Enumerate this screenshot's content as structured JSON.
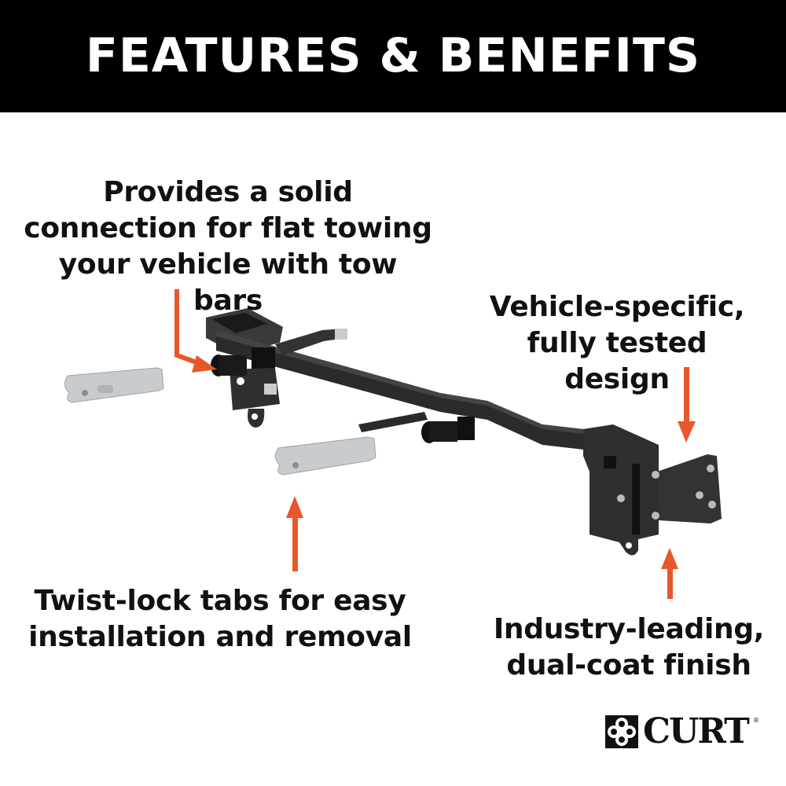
{
  "header": {
    "title": "FEATURES & BENEFITS",
    "background": "#000000",
    "text_color": "#ffffff"
  },
  "callouts": [
    {
      "id": "tow-bar-connection",
      "lines": [
        "Provides a solid",
        "connection for flat towing",
        "your vehicle with tow bars"
      ],
      "arrow": "down-right"
    },
    {
      "id": "vehicle-specific",
      "lines": [
        "Vehicle-specific,",
        "fully tested design"
      ],
      "arrow": "down"
    },
    {
      "id": "twist-lock-tabs",
      "lines": [
        "Twist-lock tabs for easy",
        "installation and removal"
      ],
      "arrow": "up"
    },
    {
      "id": "dual-coat-finish",
      "lines": [
        "Industry-leading,",
        "dual-coat finish"
      ],
      "arrow": "up"
    }
  ],
  "colors": {
    "arrow": "#e8572a",
    "bracket": "#2b2b2b",
    "tab": "#c9ccce",
    "text": "#111111"
  },
  "product": {
    "description": "black tow bar mounting bracket with two silver twist-lock tabs"
  },
  "brand": {
    "name": "CURT",
    "registered": "®"
  }
}
